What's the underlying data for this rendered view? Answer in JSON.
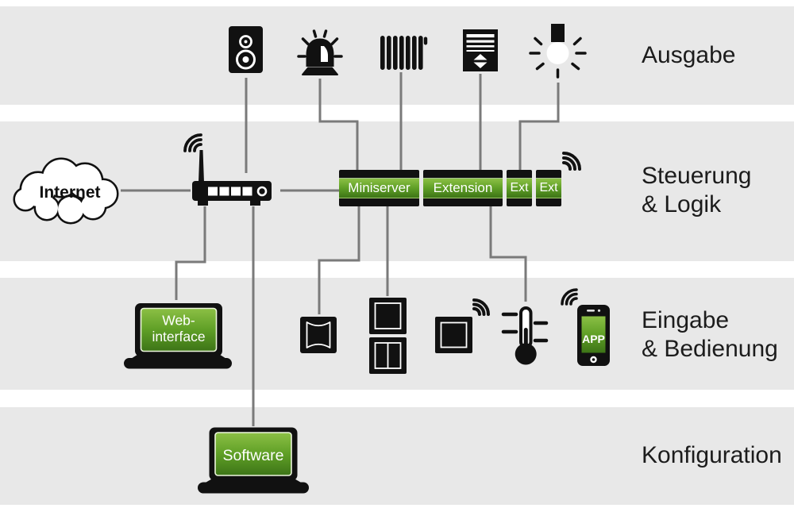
{
  "rows": {
    "ausgabe": {
      "label": "Ausgabe"
    },
    "steuerung": {
      "label_line1": "Steuerung",
      "label_line2": "& Logik"
    },
    "eingabe": {
      "label_line1": "Eingabe",
      "label_line2": "& Bedienung"
    },
    "konfiguration": {
      "label": "Konfiguration"
    }
  },
  "nodes": {
    "internet": {
      "label": "Internet",
      "icon": "cloud-icon"
    },
    "router": {
      "icon": "wifi-router-icon"
    },
    "miniserver": {
      "label": "Miniserver"
    },
    "extension": {
      "label": "Extension"
    },
    "ext1": {
      "label": "Ext"
    },
    "ext2": {
      "label": "Ext",
      "icon": "wifi-waves-icon"
    },
    "webinterface": {
      "label_line1": "Web-",
      "label_line2": "interface",
      "icon": "laptop-icon"
    },
    "software": {
      "label": "Software",
      "icon": "laptop-icon"
    },
    "app": {
      "label": "APP",
      "icon": "smartphone-icon"
    }
  },
  "output_icons": [
    "speaker-icon",
    "alarm-light-icon",
    "radiator-icon",
    "blinds-icon",
    "light-bulb-icon"
  ],
  "input_icons": [
    "pir-sensor-icon",
    "double-switch-icon",
    "wireless-switch-icon",
    "thermometer-icon",
    "smartphone-icon"
  ],
  "colors": {
    "band_background": "#e8e8e8",
    "green_top": "#8cc045",
    "green_mid": "#5f9f26",
    "green_bottom": "#3d7417",
    "connector": "#7a7a7a",
    "icon_black": "#111111",
    "text": "#1c1c1c"
  }
}
